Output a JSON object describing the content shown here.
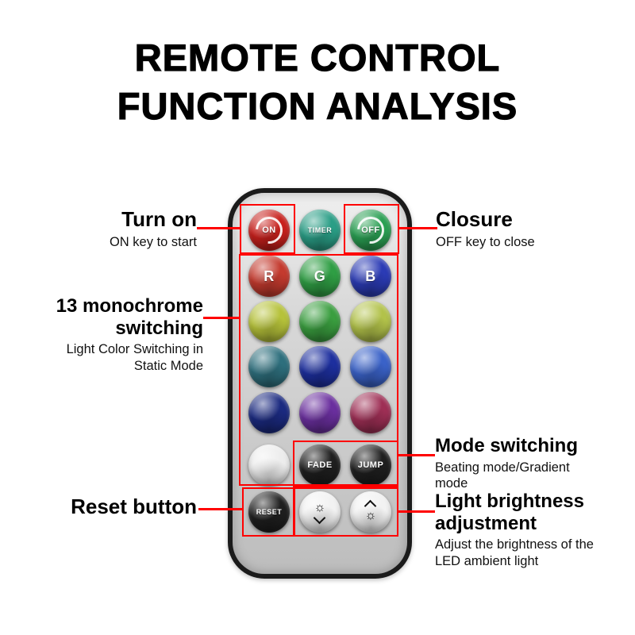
{
  "title": {
    "line1": "REMOTE CONTROL",
    "line2": "FUNCTION ANALYSIS"
  },
  "annotations": {
    "turn_on": {
      "label": "Turn on",
      "desc": "ON key to start"
    },
    "closure": {
      "label": "Closure",
      "desc": "OFF key to close"
    },
    "monochrome": {
      "label": "13 monochrome switching",
      "desc": "Light Color Switching in Static Mode"
    },
    "mode": {
      "label": "Mode switching",
      "desc": "Beating mode/Gradient mode"
    },
    "reset": {
      "label": "Reset button"
    },
    "brightness": {
      "label": "Light brightness adjustment",
      "desc": "Adjust the brightness of the LED ambient light"
    }
  },
  "colors": {
    "highlight": "#ff0000",
    "remote_border": "#1b1b1b",
    "remote_body": "#d9d9d9"
  },
  "remote": {
    "buttons": [
      {
        "name": "on-button",
        "label": "ON",
        "row": 0,
        "col": 0,
        "base": "#c8201c",
        "icon": "power-ring"
      },
      {
        "name": "timer-button",
        "label": "TIMER",
        "row": 0,
        "col": 1,
        "base": "#2a9e86"
      },
      {
        "name": "off-button",
        "label": "OFF",
        "row": 0,
        "col": 2,
        "base": "#2aa053",
        "icon": "power-ring"
      },
      {
        "name": "red-button",
        "label": "R",
        "row": 1,
        "col": 0,
        "base": "#c43a2e"
      },
      {
        "name": "green-button",
        "label": "G",
        "row": 1,
        "col": 1,
        "base": "#2f9e44"
      },
      {
        "name": "blue-button",
        "label": "B",
        "row": 1,
        "col": 2,
        "base": "#2b3bb5"
      },
      {
        "name": "color-yellowgreen-left",
        "label": "",
        "row": 2,
        "col": 0,
        "base": "#b6c23a"
      },
      {
        "name": "color-green",
        "label": "",
        "row": 2,
        "col": 1,
        "base": "#3a9e3f"
      },
      {
        "name": "color-yellowgreen-right",
        "label": "",
        "row": 2,
        "col": 2,
        "base": "#b2c24a"
      },
      {
        "name": "color-teal",
        "label": "",
        "row": 3,
        "col": 0,
        "base": "#2e6f7d"
      },
      {
        "name": "color-darkblue",
        "label": "",
        "row": 3,
        "col": 1,
        "base": "#1d2f9e"
      },
      {
        "name": "color-blue",
        "label": "",
        "row": 3,
        "col": 2,
        "base": "#3a62c8"
      },
      {
        "name": "color-navy",
        "label": "",
        "row": 4,
        "col": 0,
        "base": "#1b2a80"
      },
      {
        "name": "color-purple",
        "label": "",
        "row": 4,
        "col": 1,
        "base": "#6a2f9e"
      },
      {
        "name": "color-maroon",
        "label": "",
        "row": 4,
        "col": 2,
        "base": "#9e2f55"
      },
      {
        "name": "color-white",
        "label": "",
        "row": 5,
        "col": 0,
        "base": "#ededed",
        "light": true
      },
      {
        "name": "fade-button",
        "label": "FADE",
        "row": 5,
        "col": 1,
        "base": "#1f1f1f"
      },
      {
        "name": "jump-button",
        "label": "JUMP",
        "row": 5,
        "col": 2,
        "base": "#1f1f1f"
      },
      {
        "name": "reset-button",
        "label": "RESET",
        "row": 6,
        "col": 0,
        "base": "#1f1f1f"
      },
      {
        "name": "brightness-down-button",
        "label": "",
        "row": 6,
        "col": 1,
        "base": "#f2f2f2",
        "light": true,
        "icon": "brightness-down"
      },
      {
        "name": "brightness-up-button",
        "label": "",
        "row": 6,
        "col": 2,
        "base": "#f2f2f2",
        "light": true,
        "icon": "brightness-up"
      }
    ]
  }
}
